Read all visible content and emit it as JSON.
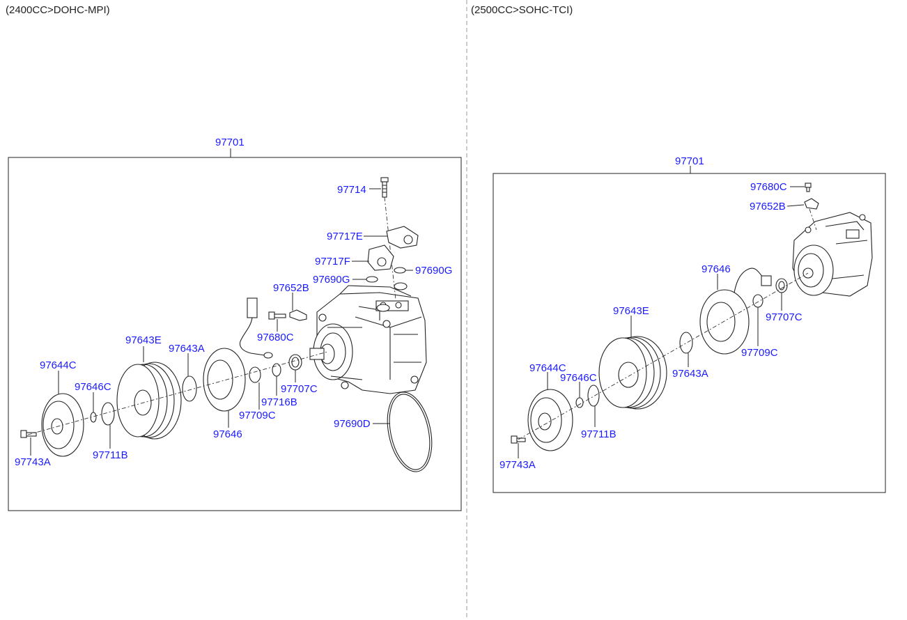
{
  "panels": [
    {
      "engine": "(2400CC>DOHC-MPI)",
      "assembly": "97701",
      "parts": {
        "p97714": "97714",
        "p97717E": "97717E",
        "p97717F": "97717F",
        "p97690G_a": "97690G",
        "p97690G_b": "97690G",
        "p97652B": "97652B",
        "p97680C": "97680C",
        "p97643E": "97643E",
        "p97643A": "97643A",
        "p97644C": "97644C",
        "p97646C": "97646C",
        "p97707C": "97707C",
        "p97716B": "97716B",
        "p97709C": "97709C",
        "p97646": "97646",
        "p97690D": "97690D",
        "p97711B": "97711B",
        "p97743A": "97743A"
      }
    },
    {
      "engine": "(2500CC>SOHC-TCI)",
      "assembly": "97701",
      "parts": {
        "p97680C": "97680C",
        "p97652B": "97652B",
        "p97646": "97646",
        "p97643E": "97643E",
        "p97707C": "97707C",
        "p97709C": "97709C",
        "p97644C": "97644C",
        "p97646C": "97646C",
        "p97643A": "97643A",
        "p97711B": "97711B",
        "p97743A": "97743A"
      }
    }
  ],
  "colors": {
    "label": "#1a1aff",
    "line": "#222222",
    "divider": "#999999"
  }
}
